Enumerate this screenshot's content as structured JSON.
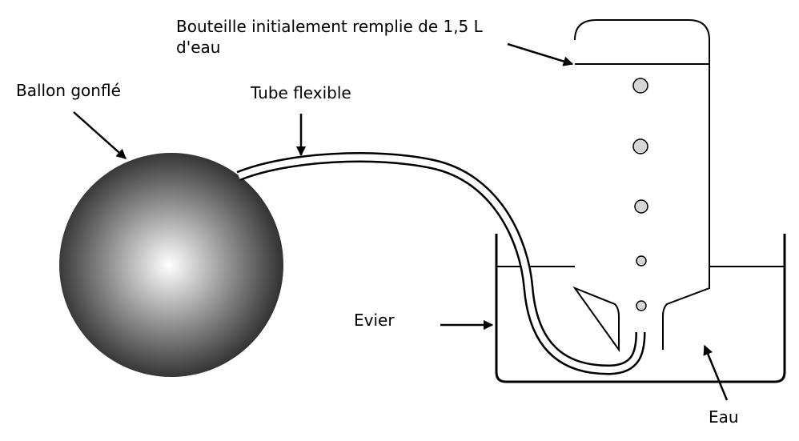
{
  "labels": {
    "bottle_line1": "Bouteille initialement remplie de 1,5 L",
    "bottle_line2": "d'eau",
    "balloon": "Ballon gonflé",
    "tube": "Tube flexible",
    "sink": "Evier",
    "water": "Eau"
  },
  "colors": {
    "stroke": "#000000",
    "bubble_fill": "#d6d6d6",
    "balloon_highlight": "#ffffff",
    "balloon_mid": "#8a8a8a",
    "balloon_edge": "#2e2e2e"
  }
}
